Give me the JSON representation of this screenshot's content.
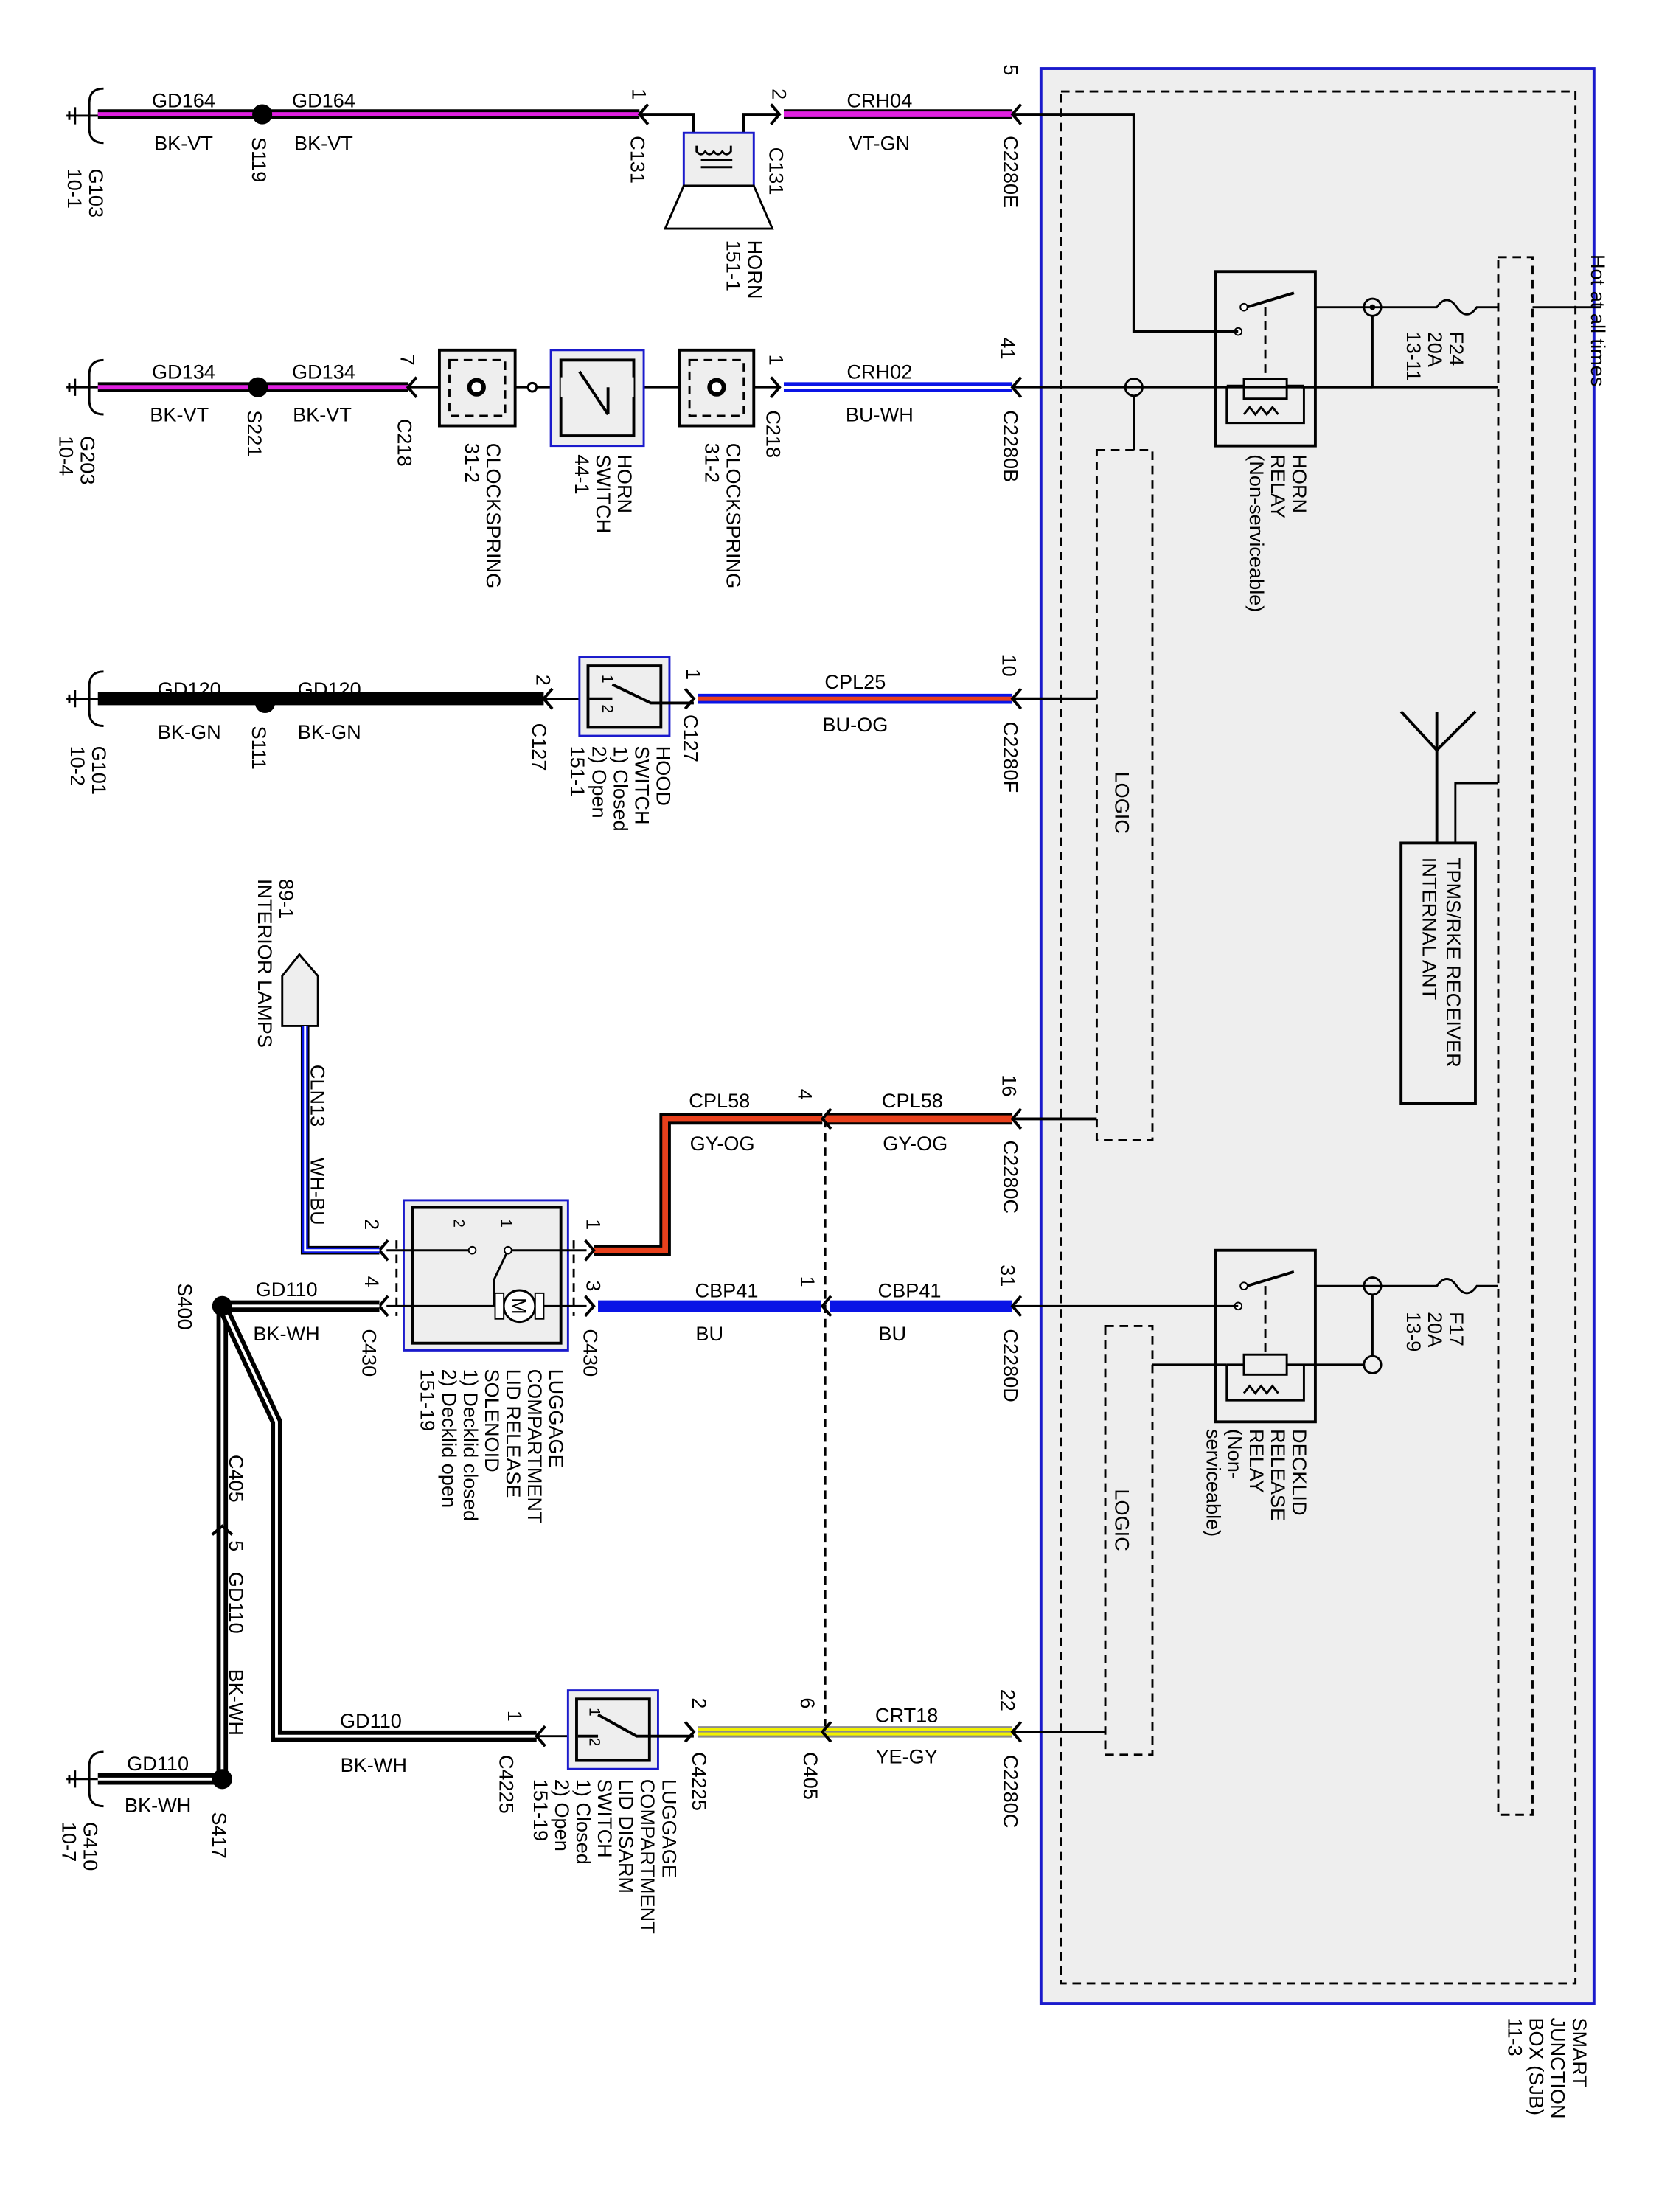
{
  "sjb": {
    "name_lines": [
      "SMART",
      "JUNCTION",
      "BOX (SJB)",
      "11-3"
    ],
    "hot_label": "Hot at all times",
    "logic_label": "LOGIC",
    "border_color": "#1a1acc"
  },
  "fuses": [
    {
      "id": "F24",
      "rating": "20A",
      "ref": "13-11"
    },
    {
      "id": "F17",
      "rating": "20A",
      "ref": "13-9"
    }
  ],
  "relays": [
    {
      "lines": [
        "HORN",
        "RELAY",
        "(Non-serviceable)"
      ]
    },
    {
      "lines": [
        "DECKLID",
        "RELEASE",
        "RELAY",
        "(Non-",
        "serviceable)"
      ]
    }
  ],
  "tpms": {
    "lines": [
      "TPMS/RKE RECEIVER",
      "INTERNAL ANT"
    ]
  },
  "grounds": [
    {
      "id": "G103",
      "ref": "10-1"
    },
    {
      "id": "G203",
      "ref": "10-4"
    },
    {
      "id": "G101",
      "ref": "10-2"
    },
    {
      "id": "G410",
      "ref": "10-7"
    }
  ],
  "splices": [
    "S119",
    "S221",
    "S111",
    "S400",
    "S417"
  ],
  "wires": [
    {
      "circuit": "GD164",
      "color": "BK-VT"
    },
    {
      "circuit": "GD164",
      "color": "BK-VT"
    },
    {
      "circuit": "CRH04",
      "color": "VT-GN"
    },
    {
      "circuit": "GD134",
      "color": "BK-VT"
    },
    {
      "circuit": "GD134",
      "color": "BK-VT"
    },
    {
      "circuit": "CRH02",
      "color": "BU-WH"
    },
    {
      "circuit": "GD120",
      "color": "BK-GN"
    },
    {
      "circuit": "GD120",
      "color": "BK-GN"
    },
    {
      "circuit": "CPL25",
      "color": "BU-OG"
    },
    {
      "circuit": "CPL58",
      "color": "GY-OG"
    },
    {
      "circuit": "CPL58",
      "color": "GY-OG"
    },
    {
      "circuit": "CBP41",
      "color": "BU"
    },
    {
      "circuit": "CBP41",
      "color": "BU"
    },
    {
      "circuit": "CLN13",
      "color": "WH-BU"
    },
    {
      "circuit": "GD110",
      "color": "BK-WH"
    },
    {
      "circuit": "GD110",
      "color": "BK-WH"
    },
    {
      "circuit": "GD110",
      "color": "BK-WH"
    },
    {
      "circuit": "GD110",
      "color": "BK-WH"
    },
    {
      "circuit": "CRT18",
      "color": "YE-GY"
    }
  ],
  "connectors": [
    {
      "pin": "1",
      "id": "C131"
    },
    {
      "pin": "2",
      "id": "C131"
    },
    {
      "pin": "5",
      "id": "C2280E"
    },
    {
      "pin": "7",
      "id": "C218"
    },
    {
      "pin": "1",
      "id": "C218"
    },
    {
      "pin": "41",
      "id": "C2280B"
    },
    {
      "pin": "2",
      "id": "C127"
    },
    {
      "pin": "1",
      "id": "C127"
    },
    {
      "pin": "10",
      "id": "C2280F"
    },
    {
      "pin": "16",
      "id": "C2280C"
    },
    {
      "pin": "4"
    },
    {
      "pin": "31",
      "id": "C2280D"
    },
    {
      "pin": "1"
    },
    {
      "pin": "1"
    },
    {
      "pin": "3",
      "id": "C430"
    },
    {
      "pin": "2"
    },
    {
      "pin": "4",
      "id": "C430"
    },
    {
      "pin": "5",
      "id": "C405"
    },
    {
      "pin": "1",
      "id": "C4225"
    },
    {
      "pin": "2",
      "id": "C4225"
    },
    {
      "pin": "6",
      "id": "C405"
    },
    {
      "pin": "22",
      "id": "C2280C"
    }
  ],
  "components": {
    "horn": {
      "lines": [
        "HORN",
        "151-1"
      ]
    },
    "clockspring": {
      "lines": [
        "CLOCKSPRING",
        "31-2"
      ]
    },
    "horn_switch": {
      "lines": [
        "HORN",
        "SWITCH",
        "44-1"
      ]
    },
    "hood_switch": {
      "lines": [
        "HOOD",
        "SWITCH",
        "1) Closed",
        "2) Open",
        "151-1"
      ],
      "pins": [
        "1",
        "2"
      ]
    },
    "solenoid": {
      "lines": [
        "LUGGAGE",
        "COMPARTMENT",
        "LID RELEASE",
        "SOLENOID",
        "1) Decklid closed",
        "2) Decklid open",
        "151-19"
      ],
      "pins": [
        "1",
        "2"
      ],
      "motor": "M"
    },
    "disarm_switch": {
      "lines": [
        "LUGGAGE",
        "COMPARTMENT",
        "LID DISARM",
        "SWITCH",
        "1) Closed",
        "2) Open",
        "151-19"
      ],
      "pins": [
        "1",
        "2"
      ]
    },
    "interior_lamps": {
      "ref": "89-1",
      "name": "INTERIOR LAMPS"
    }
  },
  "wire_colors": {
    "BK": "#000000",
    "VT": "#e020e0",
    "BU": "#0a14e6",
    "WH": "#ffffff",
    "OG": "#e8401c",
    "GY": "#8a8a8a",
    "YE": "#f2f200",
    "GN": "#00a000"
  }
}
